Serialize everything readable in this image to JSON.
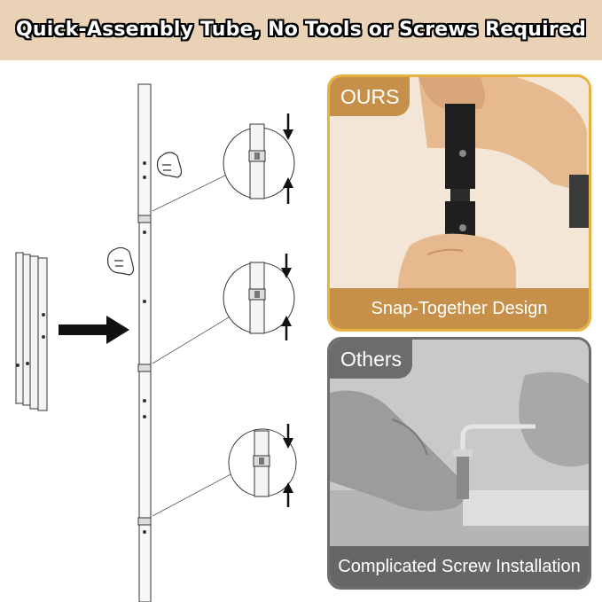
{
  "banner": {
    "title": "Quick-Assembly Tube, No Tools or Screws Required"
  },
  "panels": {
    "ours": {
      "tag": "OURS",
      "caption": "Snap-Together Design"
    },
    "others": {
      "tag": "Others",
      "caption": "Complicated Screw Installation"
    }
  },
  "colors": {
    "banner_bg": "#e9d2b5",
    "ours_accent": "#c7904a",
    "ours_border": "#e8b23f",
    "others_accent": "#6c6c6c"
  },
  "icons": [
    "right-arrow-icon",
    "down-arrow-icon",
    "up-arrow-icon",
    "hand-icon"
  ]
}
